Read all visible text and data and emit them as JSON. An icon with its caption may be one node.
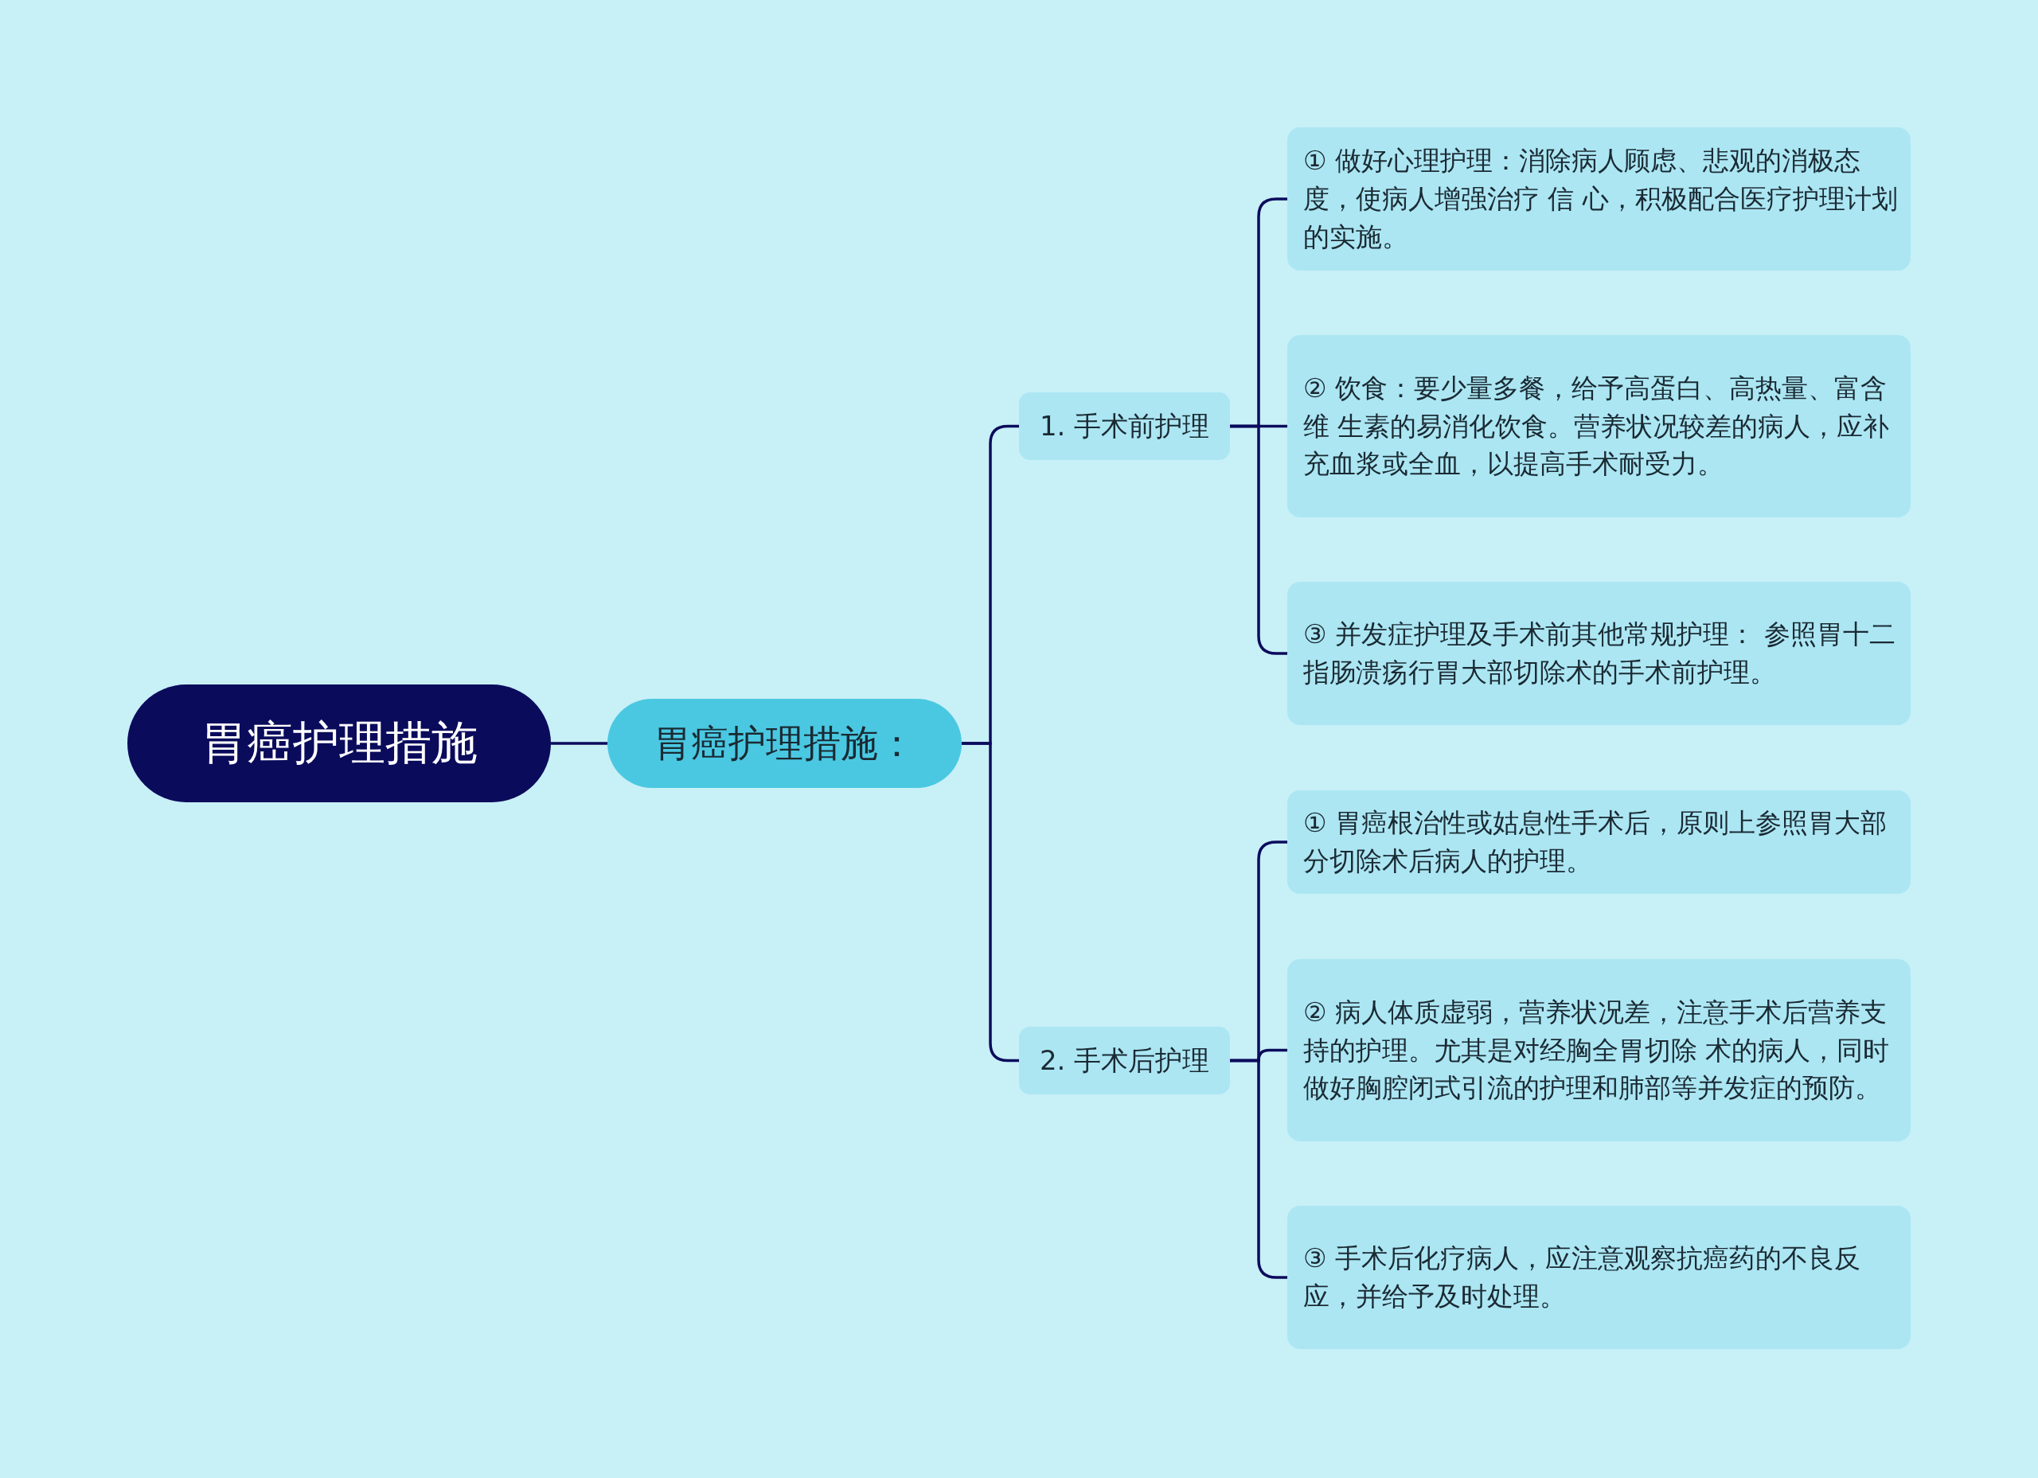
{
  "diagram": {
    "nodes": [
      {
        "text": [
          "胃癌护理措施"
        ]
      },
      {
        "text": [
          "胃癌护理措施："
        ]
      },
      {
        "text": [
          "1. 手术前护理"
        ]
      },
      {
        "text": [
          "① 做好心理护理：消除病人顾虑、悲观的消极态度，使病人增强治疗 信 心，积极配合医疗护理计划的实施。"
        ]
      },
      {
        "text": [
          "② 饮食：要少量多餐，给予高蛋白、高热量、富含维 生素的易消化饮食。营养状况较差的病人，应补充血浆或全血，以提高手术耐受力。"
        ]
      },
      {
        "text": [
          "③ 并发症护理及手术前其他常规护理： 参照胃十二指肠溃疡行胃大部切除术的手术前护理。"
        ]
      },
      {
        "text": [
          "2. 手术后护理"
        ]
      },
      {
        "text": [
          "① 胃癌根治性或姑息性手术后，原则上参照胃大部分切除术后病人的护理。"
        ]
      },
      {
        "text": [
          "② 病人体质虚弱，营养状况差，注意手术后营养支持的护理。尤其是对经胸全胃切除 术的病人，同时做好胸腔闭式引流的护理和肺部等并发症的预防。"
        ]
      },
      {
        "text": [
          "③ 手术后化疗病人，应注意观察抗癌药的不良反应，并给予及时处理。"
        ]
      }
    ],
    "edges": [
      {
        "from": 0,
        "to": 1,
        "arrow": "none"
      },
      {
        "from": 1,
        "to": 2,
        "arrow": "none"
      },
      {
        "from": 1,
        "to": 6,
        "arrow": "none"
      },
      {
        "from": 2,
        "to": 3,
        "arrow": "none"
      },
      {
        "from": 2,
        "to": 4,
        "arrow": "none"
      },
      {
        "from": 2,
        "to": 5,
        "arrow": "none"
      },
      {
        "from": 6,
        "to": 7,
        "arrow": "none"
      },
      {
        "from": 6,
        "to": 8,
        "arrow": "none"
      },
      {
        "from": 6,
        "to": 9,
        "arrow": "none"
      }
    ]
  }
}
